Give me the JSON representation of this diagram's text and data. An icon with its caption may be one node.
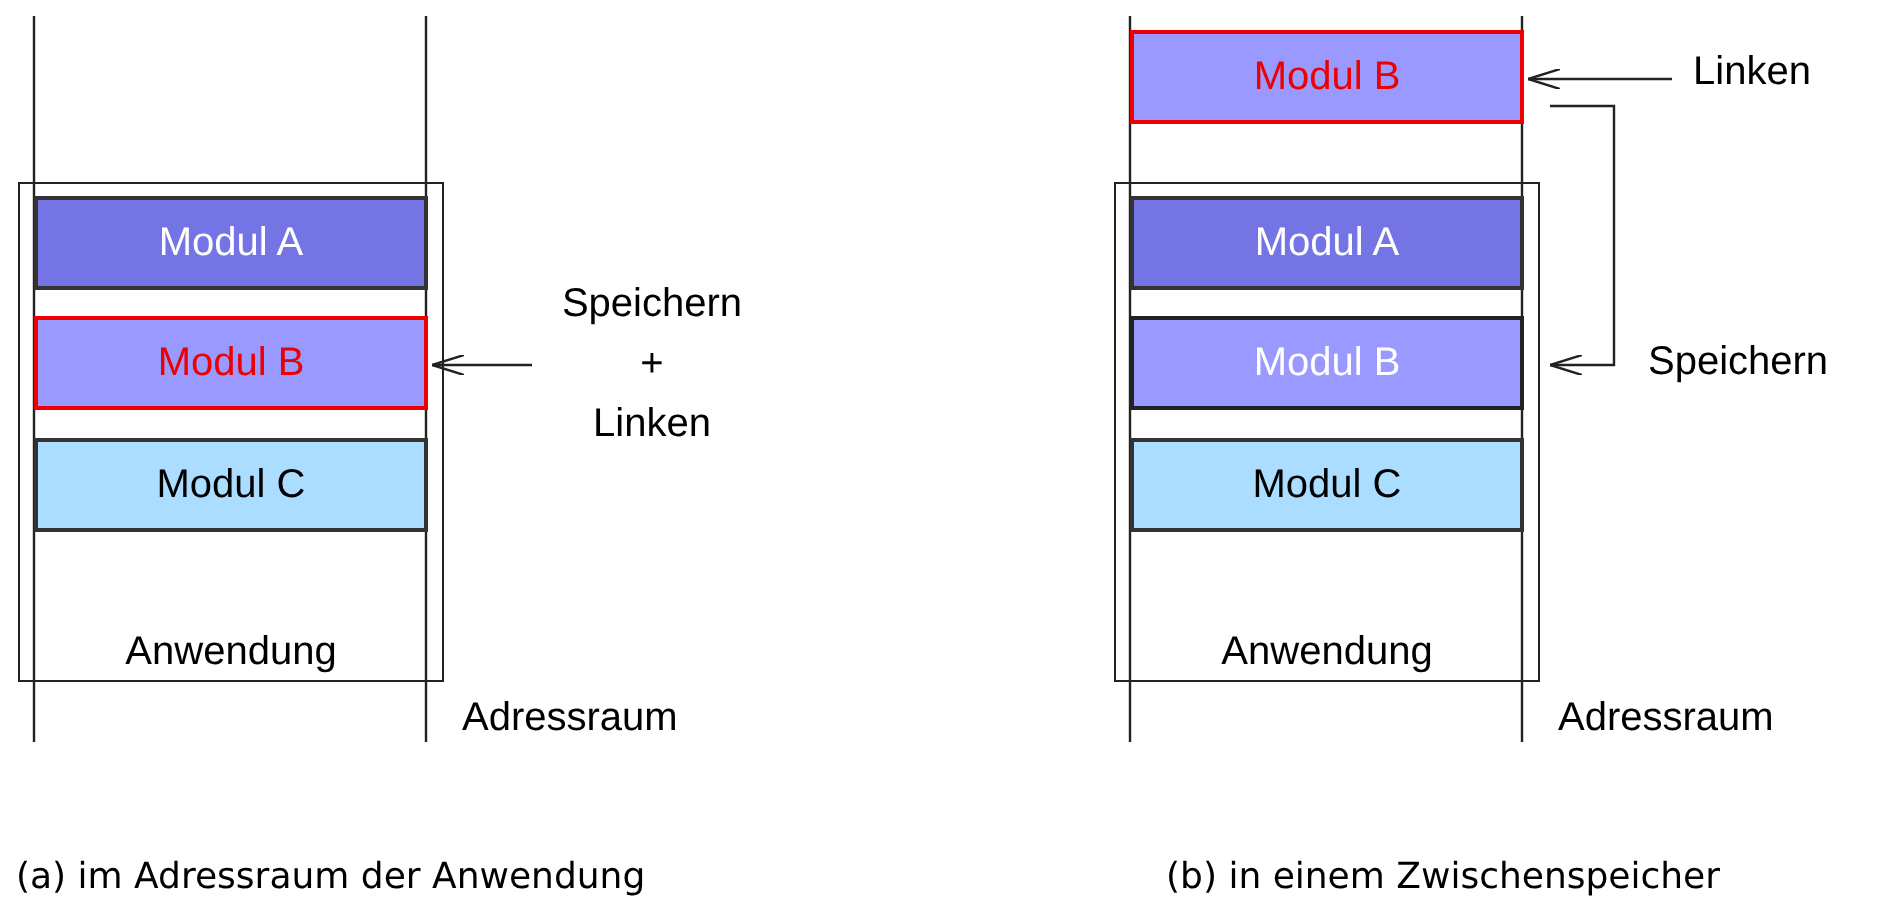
{
  "diagram": {
    "nodes": [
      {
        "text": [
          "Anwendung"
        ]
      },
      {
        "text": [
          "Modul A"
        ],
        "in": 0
      },
      {
        "text": [
          "Modul B"
        ],
        "in": 0
      },
      {
        "text": [
          "Modul C"
        ],
        "in": 0
      },
      {
        "text": [
          "Speichern + Linken"
        ]
      },
      {
        "text": [
          "Modul B"
        ]
      },
      {
        "text": [
          "Anwendung"
        ]
      },
      {
        "text": [
          "Modul A"
        ],
        "in": 6
      },
      {
        "text": [
          "Modul B"
        ],
        "in": 6
      },
      {
        "text": [
          "Modul C"
        ],
        "in": 6
      },
      {
        "text": [
          "Linken"
        ]
      }
    ],
    "edges": [
      {
        "from": 4,
        "to": 2,
        "arrow": "to"
      },
      {
        "from": 10,
        "to": 5,
        "arrow": "to"
      },
      {
        "from": 5,
        "to": 8,
        "arrow": "to",
        "label": "Speichern"
      }
    ],
    "labels": [
      "Adressraum",
      "Adressraum",
      "(a) im Adressraum der Anwendung",
      "(b) in einem Zwischenspeicher"
    ]
  }
}
